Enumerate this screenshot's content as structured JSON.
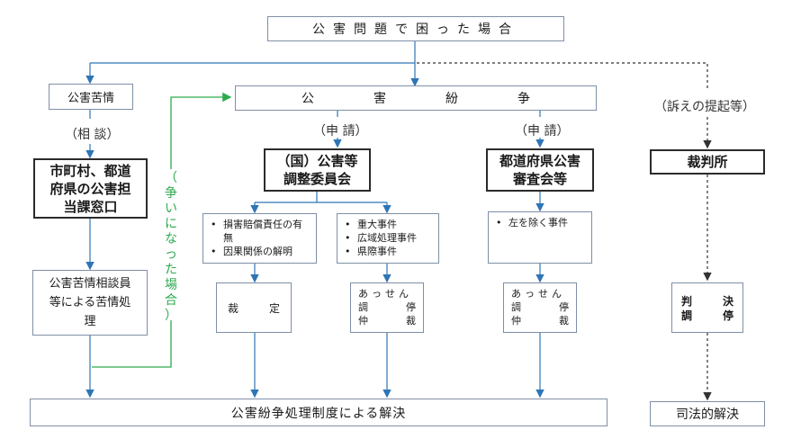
{
  "title": "公害問題で困った場合",
  "complaint": "公害苦情",
  "consult_label": "（相 談）",
  "municipal_window": "市町村、都道府県の公害担当課窓口",
  "complaint_processing": "公害苦情相談員等による苦情処理",
  "dispute_vertical": [
    "（",
    "争",
    "い",
    "に",
    "な",
    "っ",
    "た",
    "場",
    "合",
    "）"
  ],
  "dispute": [
    "公",
    "害",
    "紛",
    "争"
  ],
  "apply_label": "（申 請）",
  "national_committee": "（国）公害等調整委員会",
  "prefectural_committee": "都道府県公害審査会等",
  "national_items_a": [
    "損害賠償責任の有無",
    "因果関係の解明"
  ],
  "national_items_b": [
    "重大事件",
    "広域処理事件",
    "県際事件"
  ],
  "prefectural_items": [
    "左を除く事件"
  ],
  "ruling": [
    "裁",
    "定"
  ],
  "mediation_a": {
    "line1": "あっせん",
    "line2": [
      "調",
      "停"
    ],
    "line3": [
      "仲",
      "裁"
    ]
  },
  "mediation_b": {
    "line1": "あっせん",
    "line2": [
      "調",
      "停"
    ],
    "line3": [
      "仲",
      "裁"
    ]
  },
  "lawsuit_label": "（訴えの提起等）",
  "court": "裁判所",
  "judgment": {
    "row1": [
      "判",
      "決"
    ],
    "row2": [
      "調",
      "停"
    ]
  },
  "resolution": "公害紛争処理制度による解決",
  "judicial_resolution": "司法的解決",
  "colors": {
    "line": "#2e75b6",
    "green": "#2eaa4f",
    "box_border": "#7f8fa6",
    "dark_border": "#2b2b2b"
  }
}
